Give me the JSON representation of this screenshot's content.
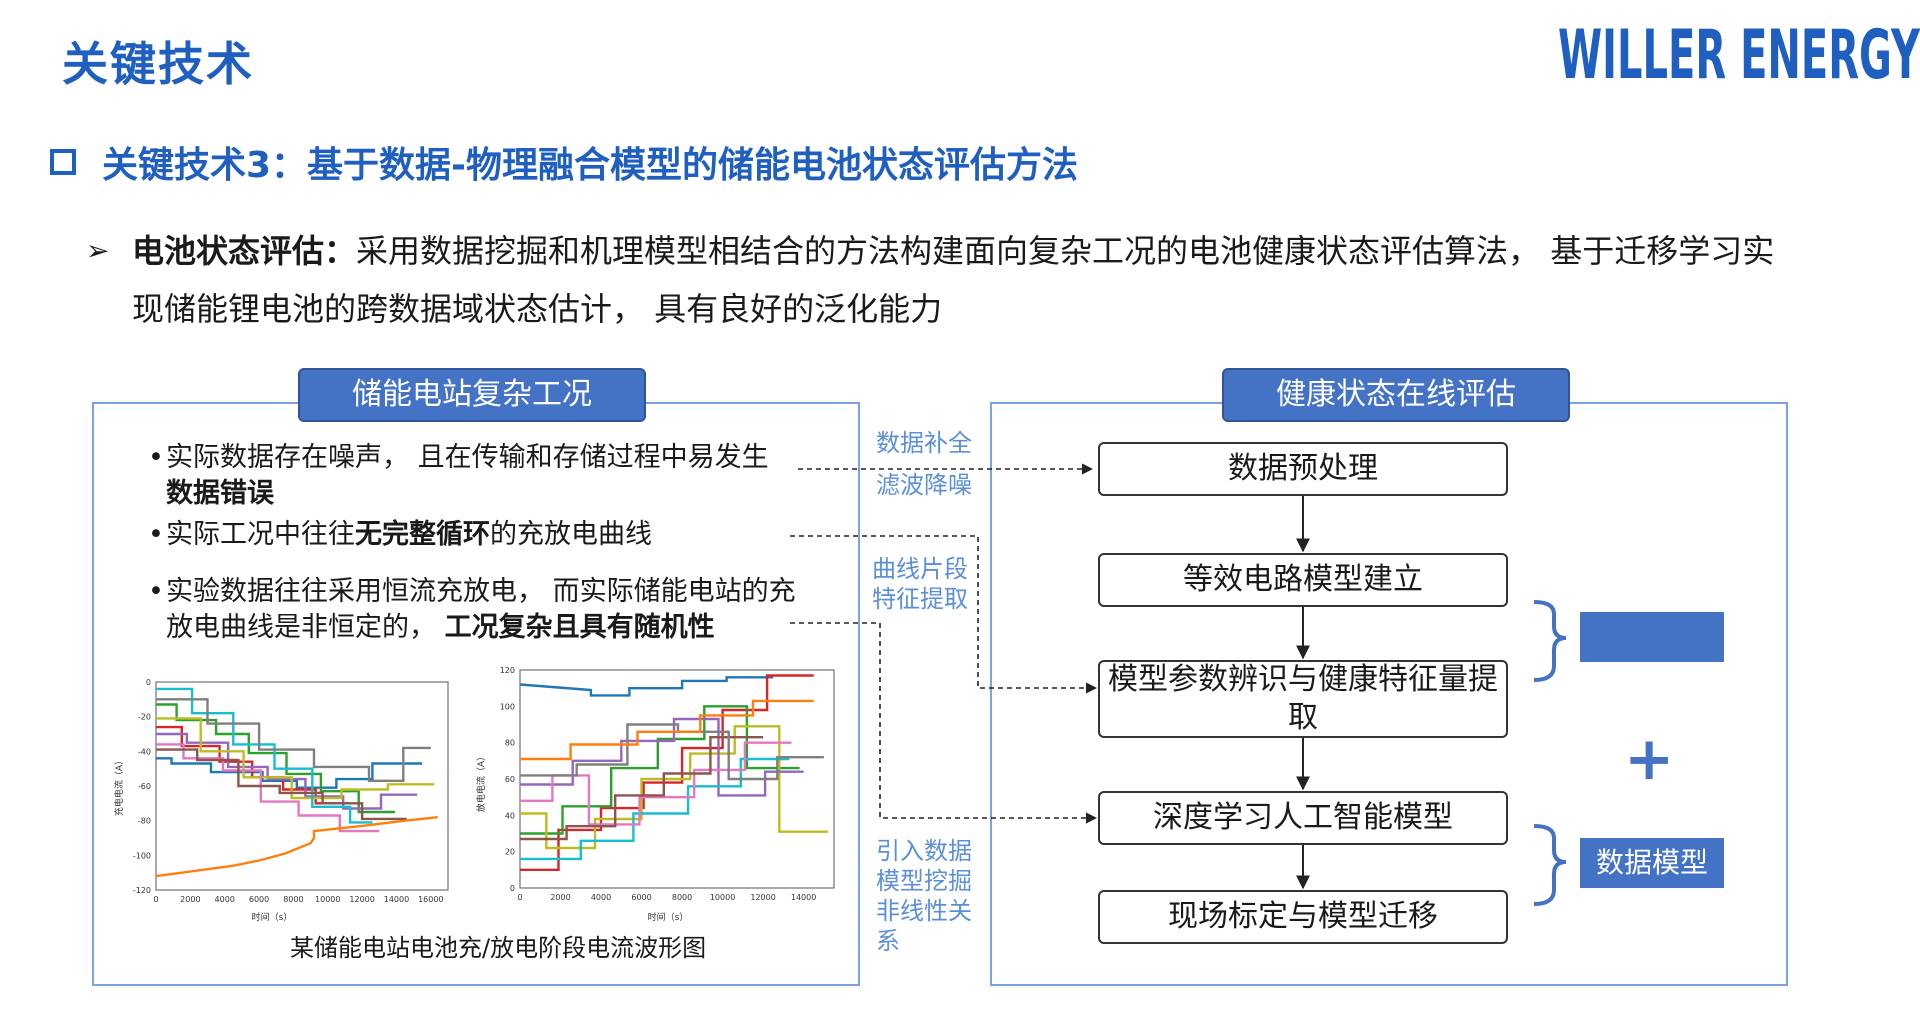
{
  "page_title": "关键技术",
  "logo_text": "WILLER ENERGY",
  "section_title": "关键技术3：基于数据-物理融合模型的储能电池状态评估方法",
  "bullet": {
    "label": "电池状态评估：",
    "text": "采用数据挖掘和机理模型相结合的方法构建面向复杂工况的电池健康状态评估算法， 基于迁移学习实现储能锂电池的跨数据域状态估计， 具有良好的泛化能力"
  },
  "left_panel": {
    "header": "储能电站复杂工况",
    "items": [
      {
        "pre": "实际数据存在噪声， 且在传输和存储过程中易发生",
        "bold": "数据错误",
        "post": ""
      },
      {
        "pre": "实际工况中往往",
        "bold": "无完整循环",
        "post": "的充放电曲线"
      },
      {
        "pre": "实验数据往往采用恒流充放电， 而实际储能电站的充放电曲线是非恒定的， ",
        "bold": "工况复杂且具有随机性",
        "post": ""
      }
    ],
    "caption": "某储能电站电池充/放电阶段电流波形图"
  },
  "annotations": {
    "a1": [
      "数据补全",
      "滤波降噪"
    ],
    "a2": [
      "曲线片段",
      "特征提取"
    ],
    "a3": [
      "引入数据",
      "模型挖掘",
      "非线性关",
      "系"
    ]
  },
  "right_panel": {
    "header": "健康状态在线评估",
    "steps": [
      "数据预处理",
      "等效电路模型建立",
      "模型参数辨识与健康特征量提取",
      "深度学习人工智能模型",
      "现场标定与模型迁移"
    ],
    "side_top": "",
    "side_bottom": "数据模型",
    "plus": "+"
  },
  "colors": {
    "title_blue": "#1f5fbf",
    "accent": "#4472c4",
    "panel_border": "#7aa3df",
    "annotation": "#5b8fd6"
  },
  "chart_data": [
    {
      "type": "line",
      "ylabel": "充电电流（A）",
      "xlabel": "时间（s）",
      "xlim": [
        0,
        17000
      ],
      "ylim": [
        -120,
        0
      ],
      "xticks": [
        0,
        2000,
        4000,
        6000,
        8000,
        10000,
        12000,
        14000,
        16000
      ],
      "yticks": [
        0,
        -20,
        -40,
        -60,
        -80,
        -100,
        -120
      ],
      "series": [
        {
          "color": "#1f77b4",
          "x": [
            0,
            900,
            900,
            3200,
            3200,
            6200,
            6200,
            8200,
            8200,
            10500,
            10500,
            12600,
            12600,
            15500
          ],
          "y": [
            -44,
            -44,
            -47,
            -47,
            -52,
            -52,
            -57,
            -57,
            -61,
            -61,
            -56,
            -56,
            -47,
            -47
          ]
        },
        {
          "color": "#2ca02c",
          "x": [
            0,
            1200,
            1200,
            3500,
            3500,
            5400,
            5400,
            7600,
            7600,
            9600,
            9600,
            11800,
            11800,
            13900
          ],
          "y": [
            -13,
            -13,
            -22,
            -22,
            -30,
            -30,
            -41,
            -41,
            -53,
            -53,
            -63,
            -63,
            -75,
            -75
          ]
        },
        {
          "color": "#d62728",
          "x": [
            0,
            1500,
            1500,
            3700,
            3700,
            5600,
            5600,
            7400,
            7400,
            9300,
            9300,
            11200
          ],
          "y": [
            -26,
            -26,
            -37,
            -37,
            -46,
            -46,
            -55,
            -55,
            -62,
            -62,
            -70,
            -70
          ]
        },
        {
          "color": "#9467bd",
          "x": [
            0,
            1800,
            1800,
            4200,
            4200,
            6500,
            6500,
            8700,
            8700,
            10900,
            10900,
            13100,
            13100,
            15200
          ],
          "y": [
            -30,
            -30,
            -35,
            -35,
            -49,
            -49,
            -56,
            -56,
            -66,
            -66,
            -73,
            -73,
            -65,
            -65
          ]
        },
        {
          "color": "#bcbd22",
          "x": [
            0,
            2600,
            2600,
            5100,
            5100,
            7900,
            7900,
            10800,
            10800,
            13500,
            13500,
            16200
          ],
          "y": [
            -21,
            -21,
            -40,
            -40,
            -55,
            -55,
            -67,
            -67,
            -62,
            -62,
            -59,
            -59
          ]
        },
        {
          "color": "#17becf",
          "x": [
            0,
            2100,
            2100,
            4500,
            4500,
            6900,
            6900,
            9100,
            9100,
            11300,
            11300,
            12600
          ],
          "y": [
            -4,
            -4,
            -18,
            -18,
            -36,
            -36,
            -50,
            -50,
            -72,
            -72,
            -81,
            -81
          ]
        },
        {
          "color": "#e377c2",
          "x": [
            0,
            1600,
            1600,
            3900,
            3900,
            6100,
            6100,
            8300,
            8300,
            10700,
            10700,
            13000
          ],
          "y": [
            -36,
            -36,
            -44,
            -44,
            -51,
            -51,
            -69,
            -69,
            -77,
            -77,
            -86,
            -86
          ]
        },
        {
          "color": "#8c564b",
          "x": [
            0,
            2400,
            2400,
            4800,
            4800,
            7200,
            7200,
            9700,
            9700,
            12000,
            12000,
            14600
          ],
          "y": [
            -39,
            -39,
            -45,
            -45,
            -60,
            -60,
            -64,
            -64,
            -70,
            -70,
            -79,
            -79
          ]
        },
        {
          "color": "#7f7f7f",
          "x": [
            0,
            3000,
            3000,
            6000,
            6000,
            9200,
            9200,
            12400,
            12400,
            14400,
            14400,
            16000
          ],
          "y": [
            -10,
            -10,
            -24,
            -24,
            -39,
            -39,
            -49,
            -49,
            -57,
            -57,
            -38,
            -38
          ]
        },
        {
          "color": "#ff7f0e",
          "x": [
            0,
            1500,
            3000,
            4500,
            6000,
            7500,
            9000,
            9200,
            9200,
            12000,
            14500,
            16400
          ],
          "y": [
            -112,
            -110,
            -108,
            -106,
            -103,
            -99,
            -93,
            -90,
            -86,
            -83,
            -80,
            -78
          ]
        }
      ]
    },
    {
      "type": "line",
      "ylabel": "放电电流（A）",
      "xlabel": "时间（s）",
      "xlim": [
        0,
        15500
      ],
      "ylim": [
        0,
        120
      ],
      "xticks": [
        0,
        2000,
        4000,
        6000,
        8000,
        10000,
        12000,
        14000
      ],
      "yticks": [
        0,
        20,
        40,
        60,
        80,
        100,
        120
      ],
      "series": [
        {
          "color": "#1f77b4",
          "x": [
            0,
            3500,
            3500,
            5400,
            5400,
            8000,
            8000,
            10200,
            10200,
            12500
          ],
          "y": [
            112,
            109,
            106,
            106,
            110,
            110,
            114,
            114,
            116,
            116
          ]
        },
        {
          "color": "#d62728",
          "x": [
            0,
            1900,
            1900,
            4000,
            4000,
            6100,
            6100,
            8000,
            8000,
            10000,
            10000,
            12200,
            12200,
            14500
          ],
          "y": [
            10,
            10,
            32,
            32,
            44,
            44,
            58,
            58,
            77,
            77,
            98,
            98,
            117,
            117
          ]
        },
        {
          "color": "#2ca02c",
          "x": [
            0,
            2100,
            2100,
            4500,
            4500,
            6800,
            6800,
            9100,
            9100,
            11200,
            11200,
            13800
          ],
          "y": [
            30,
            30,
            45,
            45,
            66,
            66,
            82,
            82,
            100,
            100,
            66,
            66
          ]
        },
        {
          "color": "#bcbd22",
          "x": [
            0,
            1300,
            1300,
            3700,
            3700,
            6000,
            6000,
            8400,
            8400,
            10600,
            10600,
            12800,
            12800,
            15200
          ],
          "y": [
            41,
            41,
            22,
            22,
            38,
            38,
            60,
            60,
            74,
            74,
            89,
            89,
            31,
            31
          ]
        },
        {
          "color": "#9467bd",
          "x": [
            0,
            2600,
            2600,
            5000,
            5000,
            7600,
            7600,
            9800,
            9800,
            12100,
            12100,
            14000
          ],
          "y": [
            57,
            57,
            70,
            70,
            81,
            81,
            93,
            93,
            51,
            51,
            64,
            64
          ]
        },
        {
          "color": "#17becf",
          "x": [
            0,
            3000,
            3000,
            5600,
            5600,
            8300,
            8300,
            10900,
            10900,
            13300
          ],
          "y": [
            16,
            16,
            26,
            26,
            41,
            41,
            56,
            56,
            71,
            71
          ]
        },
        {
          "color": "#e377c2",
          "x": [
            0,
            1600,
            1600,
            3400,
            3400,
            5900,
            5900,
            8600,
            8600,
            11100,
            11100,
            13400
          ],
          "y": [
            48,
            48,
            62,
            62,
            35,
            35,
            50,
            50,
            65,
            65,
            80,
            80
          ]
        },
        {
          "color": "#8c564b",
          "x": [
            0,
            2300,
            2300,
            4700,
            4700,
            7100,
            7100,
            9400,
            9400,
            12000
          ],
          "y": [
            27,
            27,
            34,
            34,
            51,
            51,
            63,
            63,
            83,
            83
          ]
        },
        {
          "color": "#7f7f7f",
          "x": [
            0,
            2800,
            2800,
            5300,
            5300,
            7800,
            7800,
            10300,
            10300,
            12700,
            12700,
            15000
          ],
          "y": [
            62,
            62,
            68,
            68,
            90,
            90,
            86,
            86,
            60,
            60,
            72,
            72
          ]
        },
        {
          "color": "#ff7f0e",
          "x": [
            0,
            2500,
            2500,
            5800,
            5800,
            8900,
            8900,
            11500,
            11500,
            14500
          ],
          "y": [
            71,
            71,
            79,
            79,
            86,
            86,
            95,
            95,
            103,
            103
          ]
        }
      ]
    }
  ]
}
